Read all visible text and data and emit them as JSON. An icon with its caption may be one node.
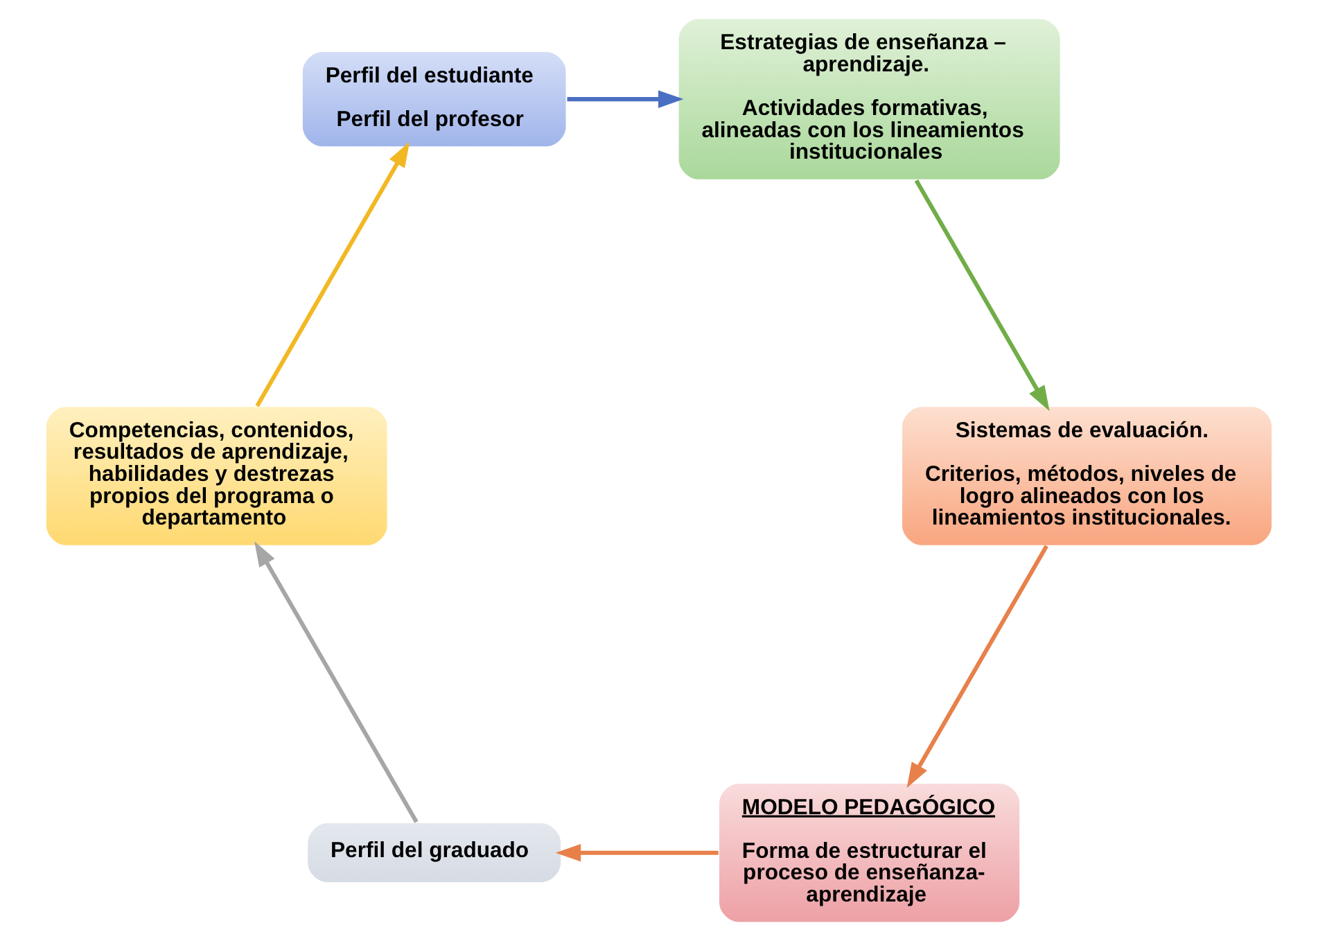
{
  "diagram": {
    "nodes": [
      {
        "text": [
          "MODELO PEDAGÓGICO",
          "Forma de estructurar el proceso de enseñanza-aprendizaje"
        ]
      },
      {
        "text": [
          "Perfil del graduado"
        ]
      },
      {
        "text": [
          "Competencias, contenidos, resultados de aprendizaje, habilidades y destrezas propios del programa o departamento"
        ]
      },
      {
        "text": [
          "Perfil del estudiante",
          "Perfil del profesor"
        ]
      },
      {
        "text": [
          "Estrategias de enseñanza – aprendizaje.",
          "Actividades formativas, alineadas con los lineamientos institucionales"
        ]
      },
      {
        "text": [
          "Sistemas de evaluación.",
          "Criterios, métodos, niveles de logro alineados con los lineamientos institucionales."
        ]
      }
    ],
    "edges": [
      {
        "from": 0,
        "to": 1,
        "arrow": "to",
        "color": "#e8804a"
      },
      {
        "from": 1,
        "to": 2,
        "arrow": "to",
        "color": "#a6a6a6"
      },
      {
        "from": 2,
        "to": 3,
        "arrow": "to",
        "color": "#f2b823"
      },
      {
        "from": 3,
        "to": 4,
        "arrow": "to",
        "color": "#4a6fc2"
      },
      {
        "from": 4,
        "to": 5,
        "arrow": "to",
        "color": "#70ad47"
      },
      {
        "from": 5,
        "to": 0,
        "arrow": "to",
        "color": "#e8804a"
      }
    ]
  }
}
